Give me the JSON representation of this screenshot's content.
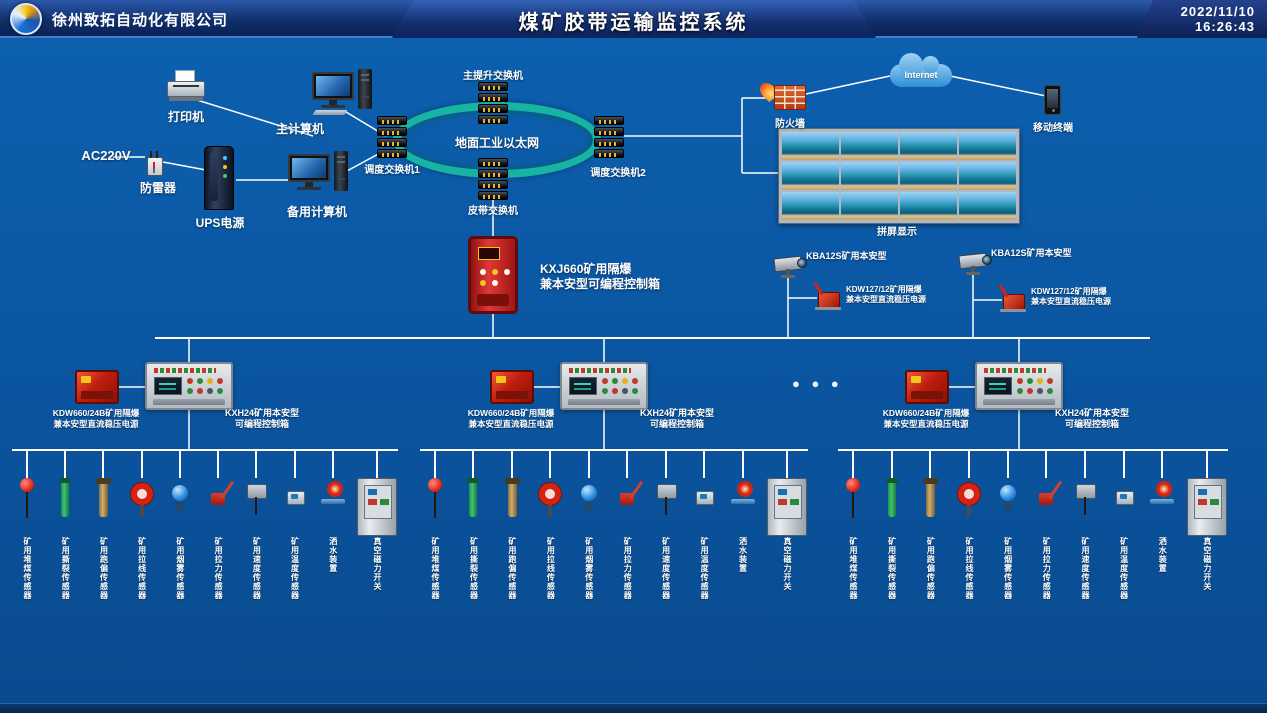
{
  "header": {
    "company": "徐州致拓自动化有限公司",
    "title": "煤矿胶带运输监控系统",
    "date": "2022/11/10",
    "time": "16:26:43"
  },
  "topology": {
    "printer": "打印机",
    "main_computer": "主计算机",
    "power_in": "AC220V",
    "arrester": "防雷器",
    "ups": "UPS电源",
    "backup_computer": "备用计算机",
    "switch1": "调度交换机1",
    "hoist_switch": "主提升交换机",
    "ring": "地面工业以太网",
    "switch2": "调度交换机2",
    "belt_switch": "皮带交换机",
    "firewall": "防火墙",
    "internet": "Internet",
    "mobile": "移动终端",
    "video_wall": "拼屏显示"
  },
  "mid": {
    "kxj_line1": "KXJ660矿用隔爆",
    "kxj_line2": "兼本安型可编程控制箱",
    "camera_label": "KBA12S矿用本安型",
    "kdw127_line1": "KDW127/12矿用隔爆",
    "kdw127_line2": "兼本安型直流稳压电源"
  },
  "station": {
    "power_line1": "KDW660/24B矿用隔爆",
    "power_line2": "兼本安型直流稳压电源",
    "plc_line1": "KXH24矿用本安型",
    "plc_line2": "可编程控制箱"
  },
  "more_stations": "● ● ●",
  "sensors": [
    {
      "label": "矿用堆煤传感器",
      "icon": "coal-pile"
    },
    {
      "label": "矿用撕裂传感器",
      "icon": "tear"
    },
    {
      "label": "矿用跑偏传感器",
      "icon": "deviation"
    },
    {
      "label": "矿用拉线传感器",
      "icon": "pull-wire"
    },
    {
      "label": "矿用烟雾传感器",
      "icon": "smoke"
    },
    {
      "label": "矿用拉力传感器",
      "icon": "tension"
    },
    {
      "label": "矿用速度传感器",
      "icon": "speed"
    },
    {
      "label": "矿用温度传感器",
      "icon": "temperature"
    },
    {
      "label": "洒水装置",
      "icon": "sprinkler"
    },
    {
      "label": "真空磁力开关",
      "icon": "cabinet"
    }
  ]
}
